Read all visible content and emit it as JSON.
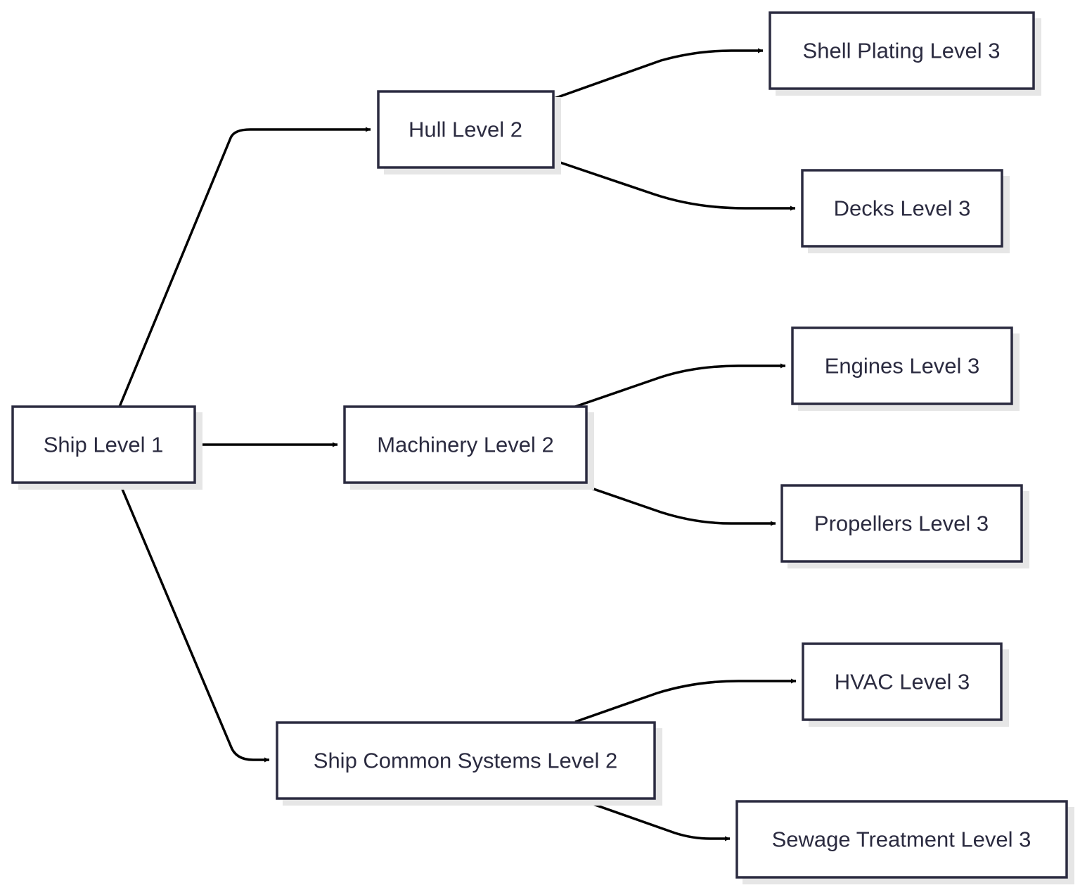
{
  "diagram": {
    "type": "tree",
    "nodes": [
      {
        "id": "ship",
        "label": "Ship Level 1"
      },
      {
        "id": "hull",
        "label": "Hull Level 2"
      },
      {
        "id": "machinery",
        "label": "Machinery Level 2"
      },
      {
        "id": "common",
        "label": "Ship Common Systems Level 2"
      },
      {
        "id": "shell",
        "label": "Shell Plating Level 3"
      },
      {
        "id": "decks",
        "label": "Decks Level 3"
      },
      {
        "id": "engines",
        "label": "Engines Level 3"
      },
      {
        "id": "propellers",
        "label": "Propellers Level 3"
      },
      {
        "id": "hvac",
        "label": "HVAC Level 3"
      },
      {
        "id": "sewage",
        "label": "Sewage Treatment Level 3"
      }
    ],
    "edges": [
      {
        "from": "ship",
        "to": "hull"
      },
      {
        "from": "ship",
        "to": "machinery"
      },
      {
        "from": "ship",
        "to": "common"
      },
      {
        "from": "hull",
        "to": "shell"
      },
      {
        "from": "hull",
        "to": "decks"
      },
      {
        "from": "machinery",
        "to": "engines"
      },
      {
        "from": "machinery",
        "to": "propellers"
      },
      {
        "from": "common",
        "to": "hvac"
      },
      {
        "from": "common",
        "to": "sewage"
      }
    ]
  },
  "colors": {
    "node_border": "#2b2b40",
    "node_fill": "#ffffff",
    "node_shadow": "#e6e6e6",
    "edge": "#000000",
    "text": "#2b2b40"
  }
}
